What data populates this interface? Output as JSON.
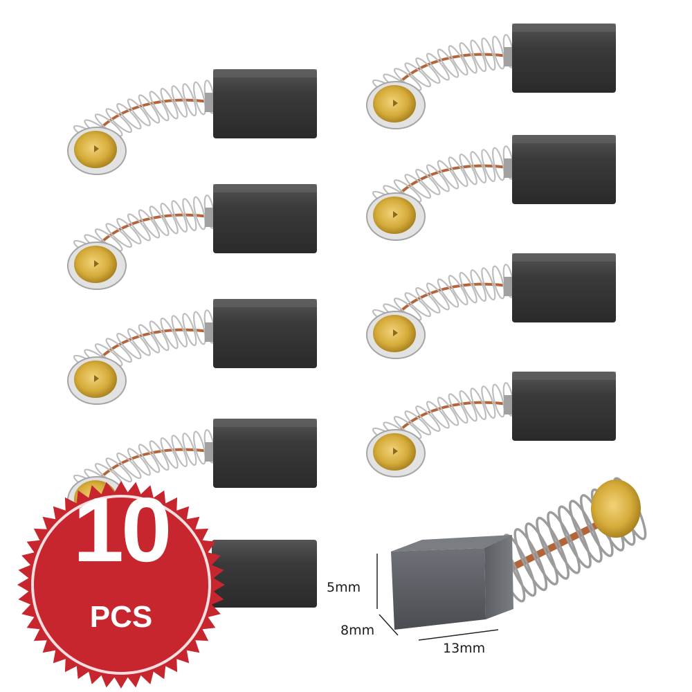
{
  "badge": {
    "count": "10",
    "unit": "PCS",
    "color": "#c8262e"
  },
  "item_count_shown": 9,
  "dimensions": {
    "height": "5mm",
    "depth": "8mm",
    "length": "13mm"
  },
  "colors": {
    "carbon": "#3a3a3a",
    "spring": "#b9b9b9",
    "copper": "#b5643a",
    "brass": "#d9b23c"
  },
  "icons": [
    "carbon-brush-icon",
    "spring-icon",
    "brass-terminal-icon",
    "sunburst-badge-icon"
  ]
}
